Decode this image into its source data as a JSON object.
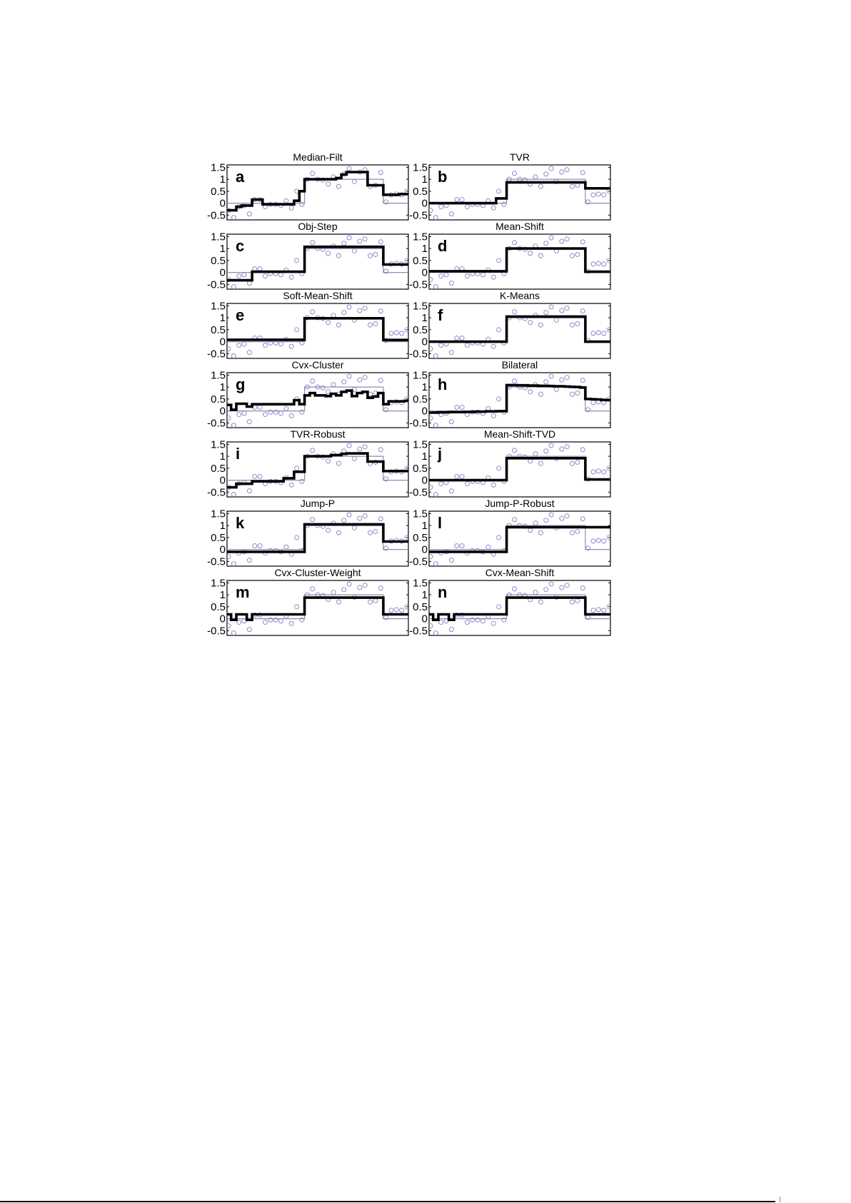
{
  "figure": {
    "description": "14-panel comparison of step-detection / piecewise-constant denoising methods on the same noisy signal",
    "panel_labels_style": "bold lowercase letters top-left",
    "colors": {
      "estimate": "#000000",
      "ground_truth": "#8c8cb4",
      "data_markers": "#8c8cc8",
      "axes": "#000000"
    }
  },
  "chart_data": {
    "type": "line",
    "layout": {
      "rows": 7,
      "cols": 2,
      "grid": false,
      "legend": "none"
    },
    "shared": {
      "x": [
        1,
        2,
        3,
        4,
        5,
        6,
        7,
        8,
        9,
        10,
        11,
        12,
        13,
        14,
        15,
        16,
        17,
        18,
        19,
        20,
        21,
        22,
        23,
        24,
        25,
        26,
        27,
        28,
        29,
        30,
        31,
        32,
        33,
        34,
        35
      ],
      "ylim": [
        -0.7,
        1.6
      ],
      "xlim": [
        1,
        35
      ],
      "yticks": [
        -0.5,
        0,
        0.5,
        1,
        1.5
      ],
      "ytick_labels": [
        "-0.5",
        "0",
        "0.5",
        "1",
        "1.5"
      ],
      "noisy_data": [
        -0.3,
        -0.6,
        -0.15,
        -0.1,
        -0.45,
        0.15,
        0.15,
        -0.15,
        -0.05,
        -0.05,
        -0.1,
        0.1,
        -0.2,
        0.5,
        -0.05,
        1.0,
        1.25,
        1.0,
        0.97,
        0.8,
        1.1,
        0.7,
        1.22,
        1.45,
        0.9,
        1.3,
        1.4,
        0.7,
        0.75,
        1.28,
        0.05,
        0.35,
        0.38,
        0.35,
        0.5
      ],
      "ground_truth": [
        0,
        0,
        0,
        0,
        0,
        0,
        0,
        0,
        0,
        0,
        0,
        0,
        0,
        0,
        0,
        1,
        1,
        1,
        1,
        1,
        1,
        1,
        1,
        1,
        1,
        1,
        1,
        1,
        1,
        1,
        0,
        0,
        0,
        0,
        0
      ]
    },
    "panels": [
      {
        "letter": "a",
        "title": "Median-Filt",
        "estimate": [
          -0.3,
          -0.3,
          -0.15,
          -0.1,
          -0.1,
          0.15,
          0.15,
          -0.05,
          -0.05,
          -0.05,
          -0.05,
          -0.05,
          -0.05,
          0.1,
          0.5,
          1.0,
          1.0,
          1.0,
          1.0,
          1.0,
          1.0,
          1.05,
          1.2,
          1.3,
          1.3,
          1.3,
          1.3,
          0.75,
          0.75,
          0.75,
          0.35,
          0.35,
          0.35,
          0.38,
          0.38
        ]
      },
      {
        "letter": "b",
        "title": "TVR",
        "estimate": [
          0,
          0,
          0,
          0,
          0,
          0,
          0,
          0,
          0,
          0,
          0,
          0,
          0,
          0.2,
          0.2,
          0.87,
          0.87,
          0.87,
          0.87,
          0.87,
          0.87,
          0.87,
          0.87,
          0.87,
          0.87,
          0.87,
          0.87,
          0.87,
          0.87,
          0.87,
          0.62,
          0.62,
          0.62,
          0.62,
          0.62
        ]
      },
      {
        "letter": "c",
        "title": "Obj-Step",
        "estimate": [
          -0.33,
          -0.33,
          -0.33,
          -0.33,
          -0.33,
          0.03,
          0.03,
          0.03,
          0.03,
          0.03,
          0.03,
          0.03,
          0.03,
          0.03,
          0.03,
          1.07,
          1.07,
          1.07,
          1.07,
          1.07,
          1.07,
          1.07,
          1.07,
          1.07,
          1.07,
          1.07,
          1.07,
          1.07,
          1.07,
          1.07,
          0.33,
          0.33,
          0.33,
          0.33,
          0.33
        ]
      },
      {
        "letter": "d",
        "title": "Mean-Shift",
        "estimate": [
          0.05,
          0.05,
          0.05,
          0.05,
          0.05,
          0.05,
          0.05,
          0.05,
          0.05,
          0.05,
          0.05,
          0.05,
          0.05,
          0.05,
          0.05,
          1.0,
          1.0,
          1.0,
          1.0,
          1.0,
          1.0,
          1.0,
          1.0,
          1.0,
          1.0,
          1.0,
          1.0,
          1.0,
          1.0,
          1.0,
          0.03,
          0.03,
          0.03,
          0.03,
          0.03
        ]
      },
      {
        "letter": "e",
        "title": "Soft-Mean-Shift",
        "estimate": [
          0.08,
          0.08,
          0.08,
          0.08,
          0.08,
          0.08,
          0.08,
          0.08,
          0.08,
          0.08,
          0.08,
          0.08,
          0.08,
          0.08,
          0.08,
          0.98,
          0.98,
          0.98,
          0.98,
          0.98,
          0.98,
          0.98,
          0.98,
          0.98,
          0.98,
          0.98,
          0.98,
          0.98,
          0.98,
          0.98,
          0.07,
          0.07,
          0.07,
          0.07,
          0.07
        ]
      },
      {
        "letter": "f",
        "title": "K-Means",
        "estimate": [
          0,
          0,
          0,
          0,
          0,
          0,
          0,
          0,
          0,
          0,
          0,
          0,
          0,
          0,
          0,
          1.05,
          1.05,
          1.05,
          1.05,
          1.05,
          1.05,
          1.05,
          1.05,
          1.05,
          1.05,
          1.05,
          1.05,
          1.05,
          1.05,
          1.05,
          0,
          0,
          0,
          0,
          0
        ]
      },
      {
        "letter": "g",
        "title": "Cvx-Cluster",
        "estimate": [
          0.25,
          0.05,
          0.3,
          0.3,
          0.18,
          0.28,
          0.28,
          0.28,
          0.28,
          0.28,
          0.28,
          0.28,
          0.28,
          0.45,
          0.28,
          0.65,
          0.75,
          0.65,
          0.65,
          0.62,
          0.72,
          0.65,
          0.8,
          0.85,
          0.62,
          0.75,
          0.8,
          0.55,
          0.6,
          0.75,
          0.28,
          0.4,
          0.4,
          0.4,
          0.42
        ]
      },
      {
        "letter": "h",
        "title": "Bilateral",
        "estimate": [
          -0.07,
          -0.07,
          -0.06,
          -0.06,
          -0.05,
          -0.05,
          -0.05,
          -0.04,
          -0.04,
          -0.03,
          -0.03,
          -0.02,
          -0.02,
          -0.01,
          -0.01,
          1.08,
          1.08,
          1.07,
          1.07,
          1.06,
          1.06,
          1.05,
          1.05,
          1.04,
          1.03,
          1.03,
          1.02,
          1.01,
          1.0,
          0.98,
          0.5,
          0.49,
          0.48,
          0.46,
          0.45
        ]
      },
      {
        "letter": "i",
        "title": "TVR-Robust",
        "estimate": [
          -0.3,
          -0.3,
          -0.15,
          -0.15,
          -0.15,
          -0.05,
          -0.05,
          -0.05,
          -0.05,
          -0.05,
          -0.05,
          0.08,
          0.08,
          0.35,
          0.35,
          1.0,
          1.0,
          1.0,
          1.0,
          1.0,
          1.05,
          1.05,
          1.1,
          1.12,
          1.12,
          1.12,
          1.12,
          0.78,
          0.78,
          0.78,
          0.38,
          0.38,
          0.38,
          0.38,
          0.38
        ]
      },
      {
        "letter": "j",
        "title": "Mean-Shift-TVD",
        "estimate": [
          0,
          0,
          0,
          0,
          0,
          0,
          0,
          0,
          0,
          0,
          0,
          0,
          0,
          0,
          0,
          0.92,
          0.92,
          0.92,
          0.92,
          0.92,
          0.92,
          0.92,
          0.92,
          0.92,
          0.92,
          0.92,
          0.92,
          0.92,
          0.92,
          0.92,
          0.03,
          0.03,
          0.03,
          0.03,
          0.03
        ]
      },
      {
        "letter": "k",
        "title": "Jump-P",
        "estimate": [
          -0.1,
          -0.1,
          -0.1,
          -0.1,
          -0.1,
          -0.1,
          -0.1,
          -0.1,
          -0.1,
          -0.1,
          -0.1,
          -0.1,
          -0.1,
          -0.1,
          -0.1,
          1.05,
          1.05,
          1.05,
          1.05,
          1.05,
          1.05,
          1.05,
          1.05,
          1.05,
          1.05,
          1.05,
          1.05,
          1.05,
          1.05,
          1.05,
          0.33,
          0.33,
          0.33,
          0.33,
          0.33
        ]
      },
      {
        "letter": "l",
        "title": "Jump-P-Robust",
        "estimate": [
          -0.1,
          -0.1,
          -0.1,
          -0.1,
          -0.1,
          -0.1,
          -0.1,
          -0.1,
          -0.1,
          -0.1,
          -0.1,
          -0.1,
          -0.1,
          -0.1,
          -0.1,
          0.93,
          0.93,
          0.93,
          0.93,
          0.93,
          0.93,
          0.93,
          0.93,
          0.93,
          0.93,
          0.93,
          0.93,
          0.93,
          0.93,
          0.93,
          0.93,
          0.93,
          0.93,
          0.93,
          0.93
        ]
      },
      {
        "letter": "m",
        "title": "Cvx-Cluster-Weight",
        "estimate": [
          0.18,
          -0.05,
          0.18,
          0.18,
          -0.05,
          0.18,
          0.18,
          0.18,
          0.18,
          0.18,
          0.18,
          0.18,
          0.18,
          0.18,
          0.18,
          0.88,
          0.88,
          0.88,
          0.88,
          0.88,
          0.88,
          0.88,
          0.88,
          0.88,
          0.88,
          0.88,
          0.88,
          0.88,
          0.88,
          0.88,
          0.18,
          0.18,
          0.18,
          0.18,
          0.18
        ]
      },
      {
        "letter": "n",
        "title": "Cvx-Mean-Shift",
        "estimate": [
          0.18,
          -0.05,
          0.18,
          0.18,
          -0.05,
          0.18,
          0.18,
          0.18,
          0.18,
          0.18,
          0.18,
          0.18,
          0.18,
          0.18,
          0.18,
          0.88,
          0.88,
          0.88,
          0.88,
          0.88,
          0.88,
          0.88,
          0.88,
          0.88,
          0.88,
          0.88,
          0.88,
          0.88,
          0.88,
          0.88,
          0.18,
          0.18,
          0.18,
          0.18,
          0.18
        ]
      }
    ]
  }
}
